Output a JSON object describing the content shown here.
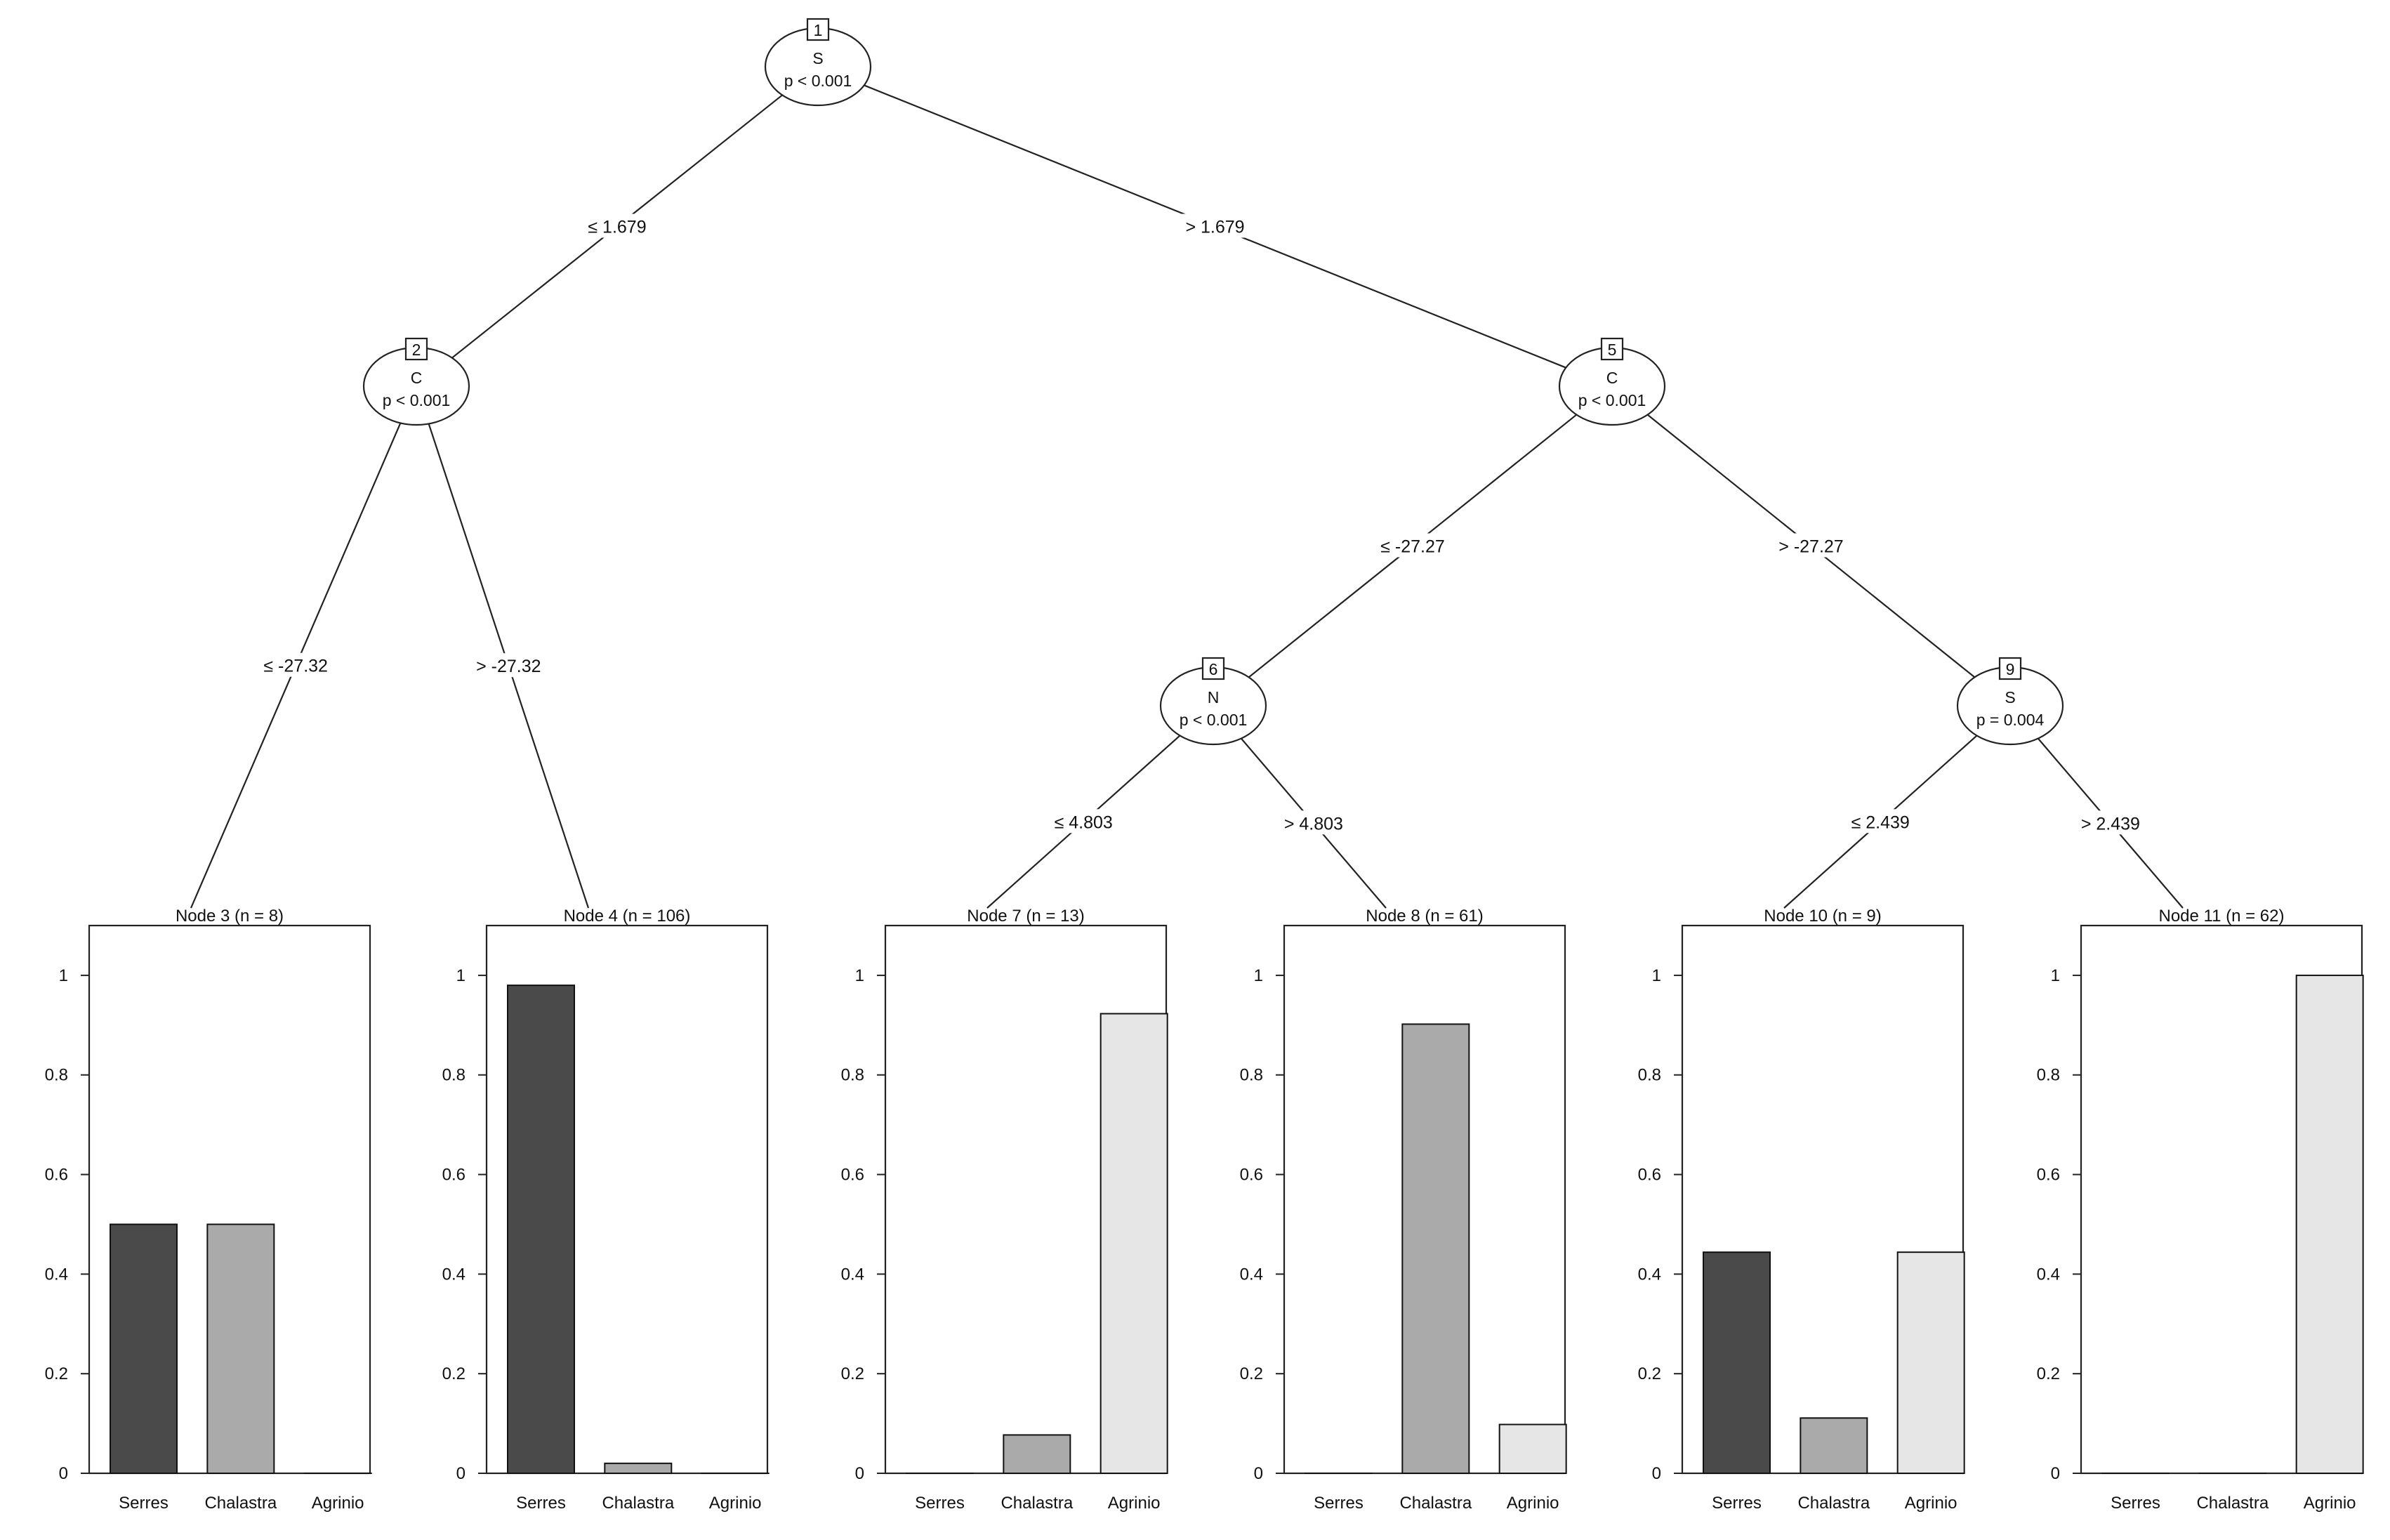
{
  "inner_nodes": [
    {
      "id": "1",
      "variable": "S",
      "p_value": "p < 0.001"
    },
    {
      "id": "2",
      "variable": "C",
      "p_value": "p < 0.001"
    },
    {
      "id": "5",
      "variable": "C",
      "p_value": "p < 0.001"
    },
    {
      "id": "6",
      "variable": "N",
      "p_value": "p < 0.001"
    },
    {
      "id": "9",
      "variable": "S",
      "p_value": "p = 0.004"
    }
  ],
  "edges": [
    {
      "from": "1",
      "to": "2",
      "label": "≤ 1.679"
    },
    {
      "from": "1",
      "to": "5",
      "label": "> 1.679"
    },
    {
      "from": "2",
      "to": "3",
      "label": "≤ -27.32"
    },
    {
      "from": "2",
      "to": "4",
      "label": "> -27.32"
    },
    {
      "from": "5",
      "to": "6",
      "label": "≤ -27.27"
    },
    {
      "from": "5",
      "to": "9",
      "label": "> -27.27"
    },
    {
      "from": "6",
      "to": "7",
      "label": "≤ 4.803"
    },
    {
      "from": "6",
      "to": "8",
      "label": "> 4.803"
    },
    {
      "from": "9",
      "to": "10",
      "label": "≤ 2.439"
    },
    {
      "from": "9",
      "to": "11",
      "label": "> 2.439"
    }
  ],
  "categories": [
    "Serres",
    "Chalastra",
    "Agrinio"
  ],
  "colors": {
    "Serres": "#4a4a4a",
    "Chalastra": "#aaaaaa",
    "Agrinio": "#e6e6e6"
  },
  "y_ticks": [
    "0",
    "0.2",
    "0.4",
    "0.6",
    "0.8",
    "1"
  ],
  "chart_data": [
    {
      "type": "bar",
      "title": "Node 3 (n = 8)",
      "categories": [
        "Serres",
        "Chalastra",
        "Agrinio"
      ],
      "values": [
        0.5,
        0.5,
        0.0
      ],
      "ylim": [
        0,
        1.1
      ]
    },
    {
      "type": "bar",
      "title": "Node 4 (n = 106)",
      "categories": [
        "Serres",
        "Chalastra",
        "Agrinio"
      ],
      "values": [
        0.98,
        0.02,
        0.0
      ],
      "ylim": [
        0,
        1.1
      ]
    },
    {
      "type": "bar",
      "title": "Node 7 (n = 13)",
      "categories": [
        "Serres",
        "Chalastra",
        "Agrinio"
      ],
      "values": [
        0.0,
        0.077,
        0.923
      ],
      "ylim": [
        0,
        1.1
      ]
    },
    {
      "type": "bar",
      "title": "Node 8 (n = 61)",
      "categories": [
        "Serres",
        "Chalastra",
        "Agrinio"
      ],
      "values": [
        0.0,
        0.902,
        0.098
      ],
      "ylim": [
        0,
        1.1
      ]
    },
    {
      "type": "bar",
      "title": "Node 10 (n = 9)",
      "categories": [
        "Serres",
        "Chalastra",
        "Agrinio"
      ],
      "values": [
        0.444,
        0.111,
        0.444
      ],
      "ylim": [
        0,
        1.1
      ]
    },
    {
      "type": "bar",
      "title": "Node 11 (n = 62)",
      "categories": [
        "Serres",
        "Chalastra",
        "Agrinio"
      ],
      "values": [
        0.0,
        0.0,
        1.0
      ],
      "ylim": [
        0,
        1.1
      ]
    }
  ]
}
